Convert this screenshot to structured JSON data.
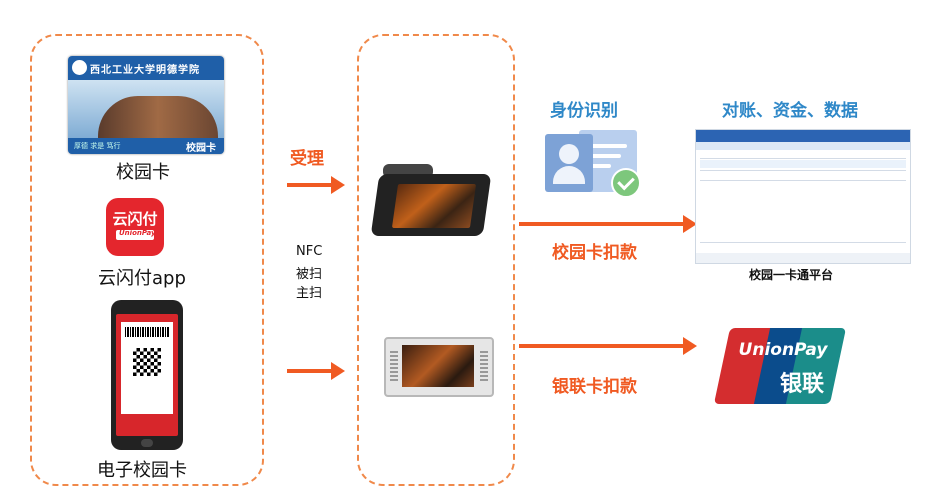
{
  "left_column": {
    "campus_card": {
      "school_name": "西北工业大学明德学院",
      "footer_text": "校园卡",
      "footer_small": "厚德 求是 笃行",
      "caption": "校园卡"
    },
    "quickpass": {
      "icon_text": "云闪付",
      "icon_sub": "UnionPay",
      "caption": "云闪付app"
    },
    "e_card": {
      "caption": "电子校园卡"
    }
  },
  "middle": {
    "accept_label": "受理",
    "methods": [
      "NFC",
      "被扫",
      "主扫"
    ]
  },
  "right": {
    "identity_label": "身份识别",
    "recon_label": "对账、资金、数据",
    "campus_deduct_label": "校园卡扣款",
    "platform_caption": "校园一卡通平台",
    "unionpay_deduct_label": "银联卡扣款",
    "unionpay_logo_en": "UnionPay",
    "unionpay_logo_cn": "银联"
  },
  "colors": {
    "accent": "#f05a22",
    "dashed_border": "#f0894a",
    "heading_blue": "#2f88c8"
  }
}
